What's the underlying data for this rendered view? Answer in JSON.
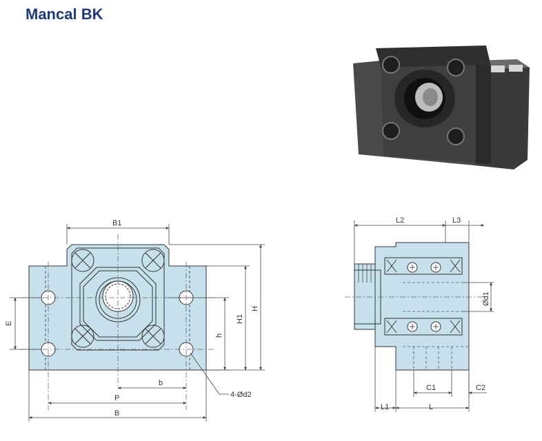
{
  "page": {
    "title": "Mancal BK"
  },
  "front_view": {
    "labels": {
      "B1": "B1",
      "E": "E",
      "h": "h",
      "H1": "H1",
      "H": "H",
      "b": "b",
      "P": "P",
      "B": "B",
      "holes": "4-Ød2"
    }
  },
  "side_view": {
    "labels": {
      "L2": "L2",
      "L3": "L3",
      "d1": "Ød1",
      "C1": "C1",
      "C2": "C2",
      "L1": "L1",
      "L": "L"
    }
  },
  "colors": {
    "title": "#1f3a7a",
    "part_fill": "#c6e0ec",
    "outline": "#333333"
  }
}
